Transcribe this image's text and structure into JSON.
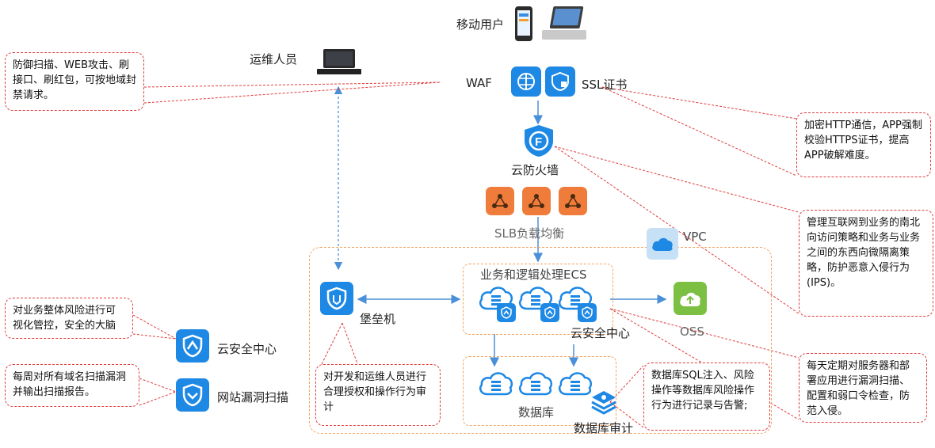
{
  "mobile_user": "移动用户",
  "ops_staff": "运维人员",
  "waf": "WAF",
  "ssl": "SSL证书",
  "cloud_firewall": "云防火墙",
  "slb": "SLB负载均衡",
  "vpc": "VPC",
  "ecs": "业务和逻辑处理ECS",
  "bastion": "堡垒机",
  "oss": "OSS",
  "cloud_security_center_inner": "云安全中心",
  "database": "数据库",
  "db_audit": "数据库审计",
  "legend": {
    "security_center": "云安全中心",
    "vuln_scan": "网站漏洞扫描"
  },
  "notes": {
    "waf": "防御扫描、WEB攻击、刷接口、刷红包，可按地域封禁请求。",
    "ssl": "加密HTTP通信，APP强制校验HTTPS证书，提高APP破解难度。",
    "firewall": "管理互联网到业务的南北向访问策略和业务与业务之间的东西向微隔离策略，防护恶意入侵行为(IPS)。",
    "security_center_desc": "对业务整体风险进行可视化管控，安全的大脑",
    "vuln_scan_desc": "每周对所有域名扫描漏洞并输出扫描报告。",
    "bastion": "对开发和运维人员进行合理授权和操作行为审计",
    "db_audit": "数据库SQL注入、风险操作等数据库风险操作行为进行记录与告警;",
    "host_scan": "每天定期对服务器和部署应用进行漏洞扫描、配置和弱口令检查，防范入侵。"
  }
}
